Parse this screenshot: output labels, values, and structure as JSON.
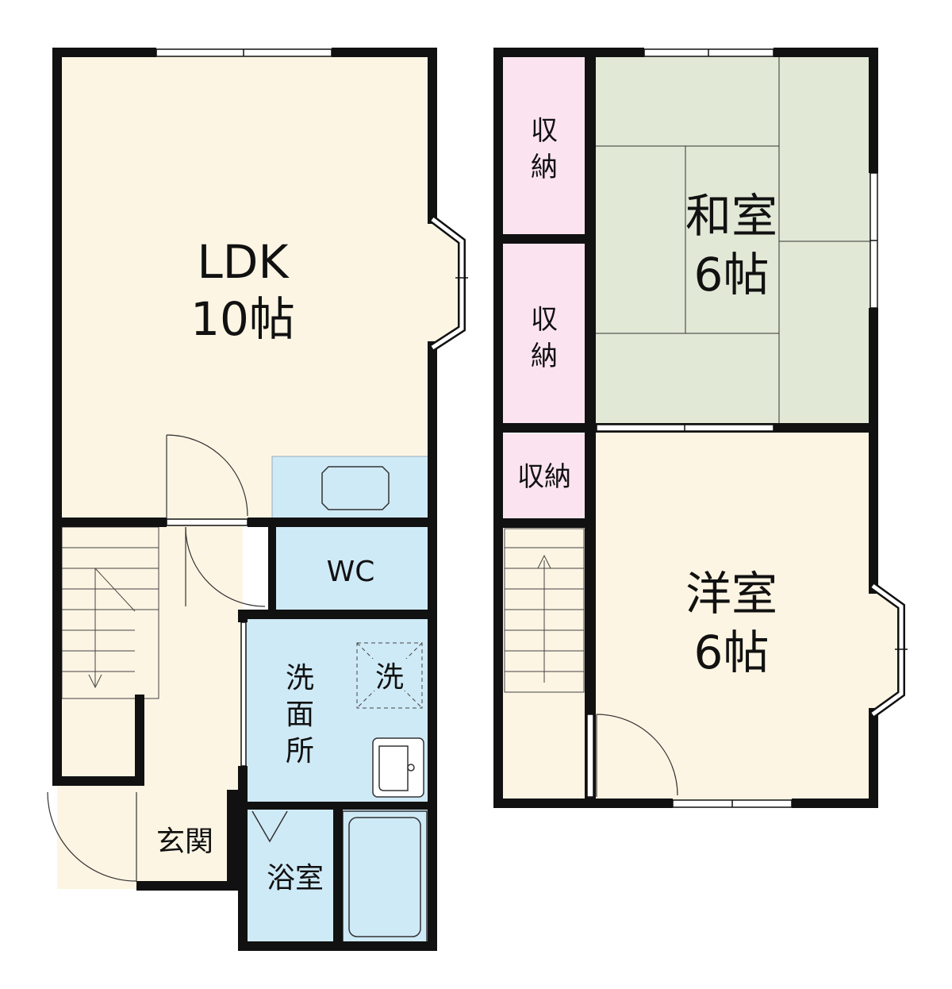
{
  "floor1": {
    "ldk": {
      "name": "LDK",
      "size": "10帖"
    },
    "wc": {
      "name": "WC"
    },
    "washroom": {
      "name_chars": [
        "洗",
        "面",
        "所"
      ],
      "washer_mark": "洗"
    },
    "bath": {
      "name": "浴室"
    },
    "entrance": {
      "name": "玄関"
    }
  },
  "floor2": {
    "washitsu": {
      "name": "和室",
      "size": "6帖"
    },
    "youshitsu": {
      "name": "洋室",
      "size": "6帖"
    },
    "storage_top": {
      "chars": [
        "収",
        "納"
      ]
    },
    "storage_mid": {
      "chars": [
        "収",
        "納"
      ]
    },
    "storage_small": {
      "name": "収納"
    }
  },
  "colors": {
    "wall": "#111111",
    "living_floor": "#fdf5e3",
    "wet_area": "#cfeaf7",
    "storage": "#fbe4ef",
    "tatami": "#e1e8d6",
    "window": "#ffffff"
  },
  "icons": [
    "door-swing-icon",
    "stairs-icon",
    "sink-icon",
    "bathtub-icon",
    "washer-space-icon",
    "kitchen-counter-icon"
  ]
}
